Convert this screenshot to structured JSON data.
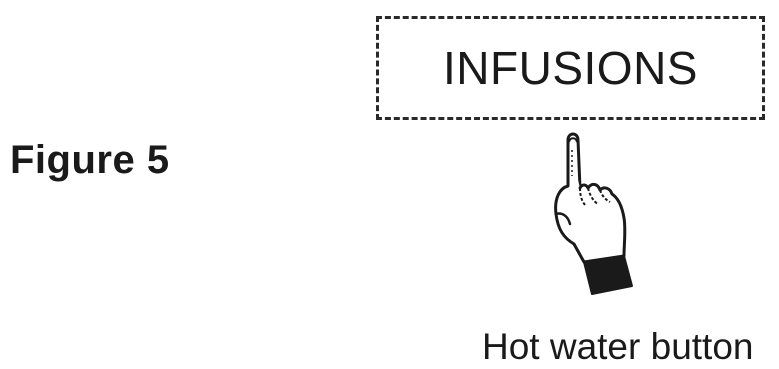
{
  "figure": {
    "label": "Figure 5",
    "caption": "Hot water button"
  },
  "button": {
    "label": "INFUSIONS"
  },
  "icons": {
    "pointer": "pointing-hand-icon"
  }
}
